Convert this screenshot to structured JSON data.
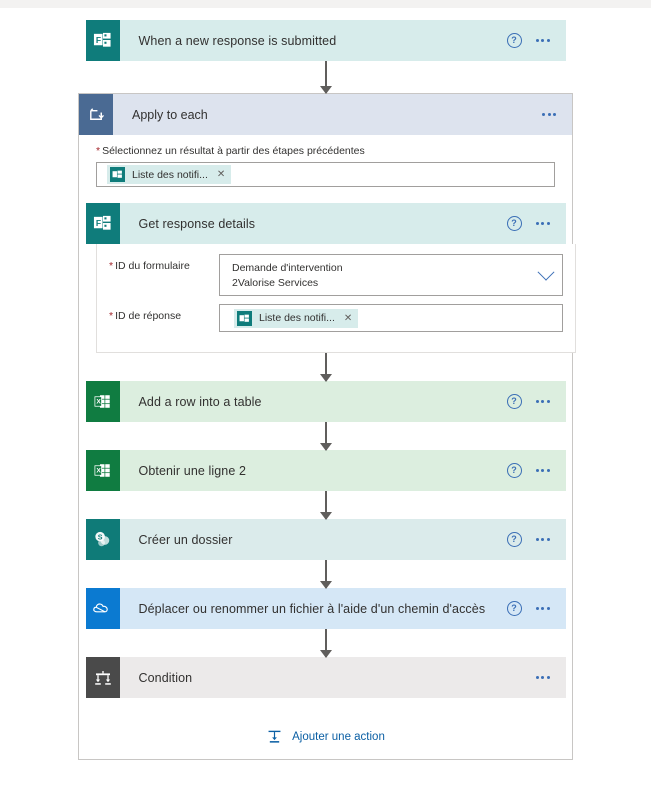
{
  "flow": {
    "trigger": {
      "title": "When a new response is submitted",
      "icon": "microsoft-forms-icon",
      "help_label": "?",
      "menu_label": "...",
      "color": "#0f7c7b",
      "body_color": "#d7eceb"
    },
    "loop": {
      "title": "Apply to each",
      "icon": "apply-to-each-loop-icon",
      "menu_label": "...",
      "color": "#4a6a93",
      "body_color": "#dde3ee",
      "required_marker": "*",
      "input_label": "Sélectionnez un résultat à partir des étapes précédentes",
      "token": {
        "label": "Liste des notifi...",
        "remove_label": "✕",
        "icon": "microsoft-forms-token-icon"
      },
      "inner_action": {
        "title": "Get response details",
        "icon": "microsoft-forms-icon",
        "help_label": "?",
        "menu_label": "...",
        "color": "#0f7c7b",
        "body_color": "#d7eceb",
        "params": [
          {
            "label": "ID du formulaire",
            "required": "*",
            "type": "dropdown",
            "value_line1": "Demande d'intervention",
            "value_line2": "2Valorise Services",
            "chevron": "chevron-down-icon"
          },
          {
            "label": "ID de réponse",
            "required": "*",
            "type": "token",
            "token_label": "Liste des notifi...",
            "token_remove": "✕"
          }
        ]
      },
      "actions": [
        {
          "title": "Add a row into a table",
          "icon": "excel-icon",
          "help_label": "?",
          "menu_label": "...",
          "color": "#107c41",
          "body_color": "#dceedf",
          "has_help": true
        },
        {
          "title": "Obtenir une ligne 2",
          "icon": "excel-icon",
          "help_label": "?",
          "menu_label": "...",
          "color": "#107c41",
          "body_color": "#dceedf",
          "has_help": true
        },
        {
          "title": "Créer un dossier",
          "icon": "sharepoint-icon",
          "help_label": "?",
          "menu_label": "...",
          "color": "#0f7b78",
          "body_color": "#dbebeb",
          "has_help": true
        },
        {
          "title": "Déplacer ou renommer un fichier à l'aide d'un chemin d'accès",
          "icon": "onedrive-icon",
          "help_label": "?",
          "menu_label": "...",
          "color": "#0b7ad1",
          "body_color": "#d5e7f6",
          "has_help": true
        },
        {
          "title": "Condition",
          "icon": "condition-branch-icon",
          "help_label": "",
          "menu_label": "...",
          "color": "#4a4a4a",
          "body_color": "#eceaea",
          "has_help": false
        }
      ],
      "add_action": {
        "label": "Ajouter une action",
        "icon": "add-action-icon"
      }
    }
  }
}
